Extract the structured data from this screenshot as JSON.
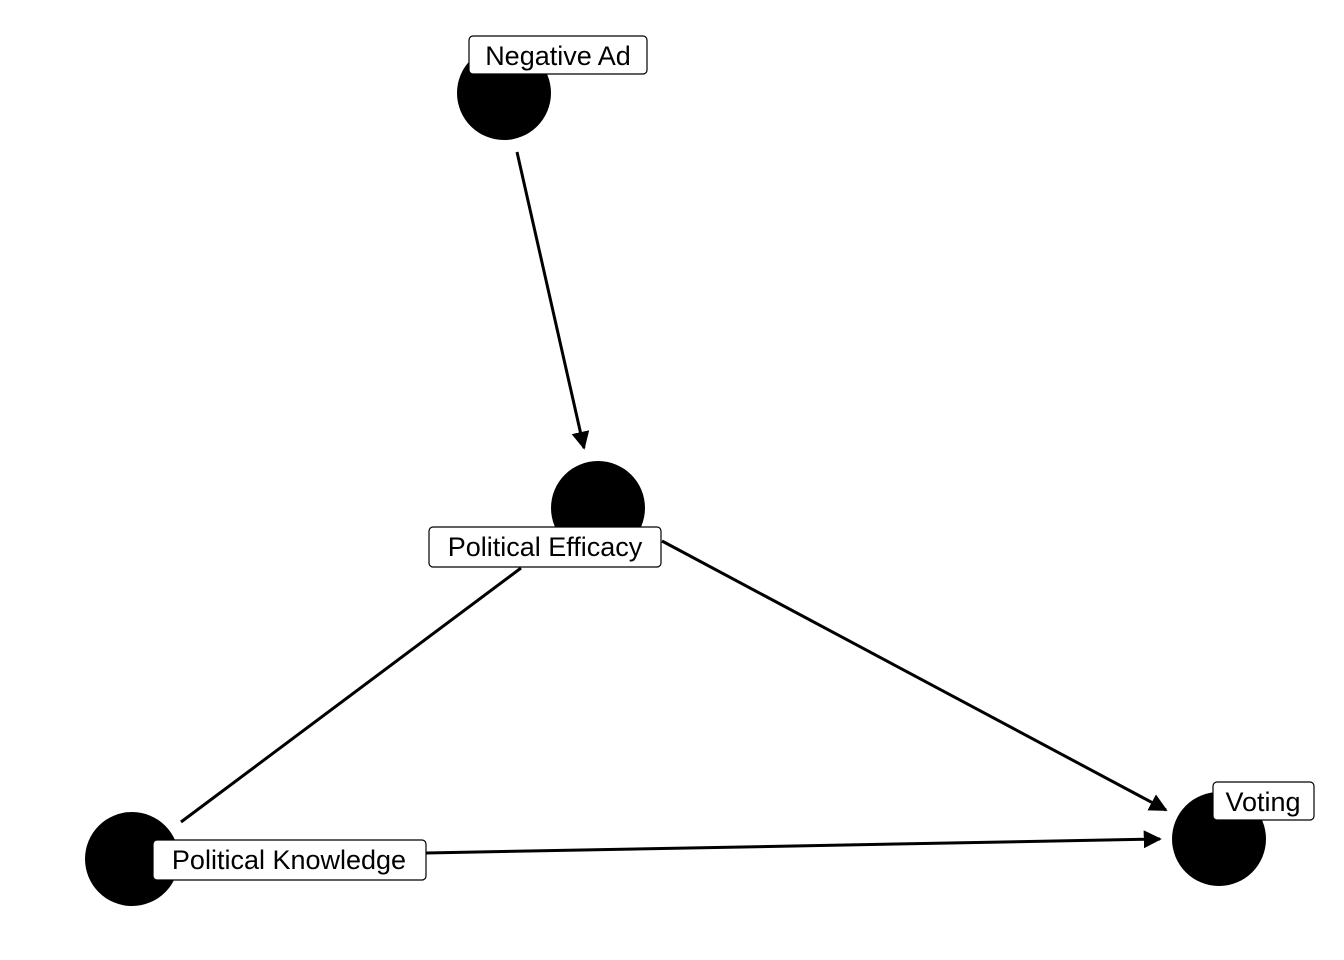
{
  "diagram": {
    "type": "directed-acyclic-graph",
    "nodes": [
      {
        "id": "negative-ad",
        "label": "Negative Ad"
      },
      {
        "id": "political-efficacy",
        "label": "Political Efficacy"
      },
      {
        "id": "political-knowledge",
        "label": "Political Knowledge"
      },
      {
        "id": "voting",
        "label": "Voting"
      }
    ],
    "edges": [
      {
        "from": "negative-ad",
        "to": "political-efficacy",
        "directed": true
      },
      {
        "from": "political-efficacy",
        "to": "voting",
        "directed": true
      },
      {
        "from": "political-knowledge",
        "to": "voting",
        "directed": true
      },
      {
        "from": "political-efficacy",
        "to": "political-knowledge",
        "directed": false
      }
    ],
    "colors": {
      "node": "#000000",
      "edge": "#000000",
      "label_background": "#ffffff",
      "label_border": "#000000"
    }
  }
}
